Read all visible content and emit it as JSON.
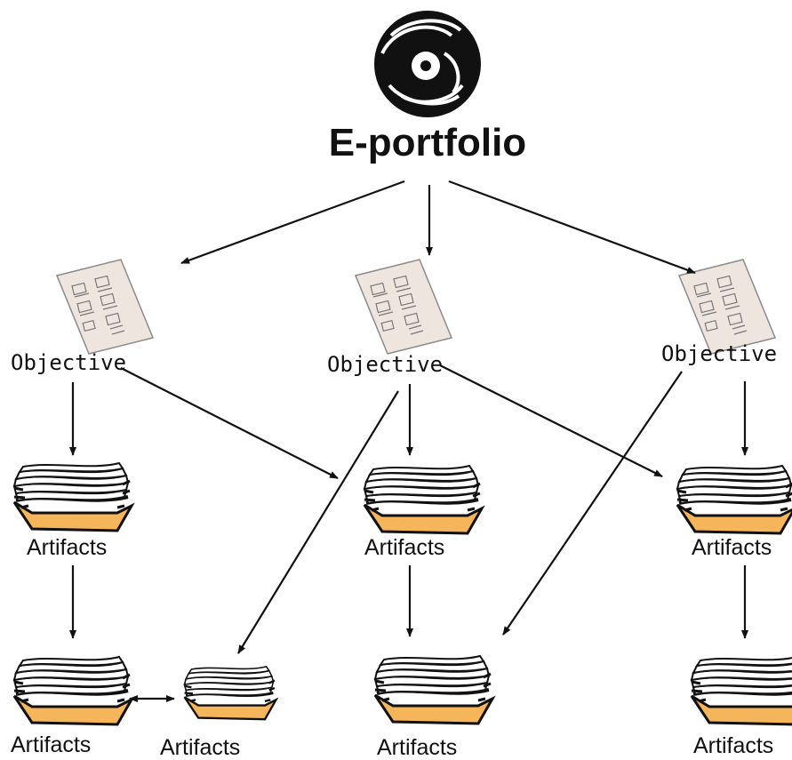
{
  "title": "E-portfolio",
  "objectives": [
    {
      "label": "Objective"
    },
    {
      "label": "Objective"
    },
    {
      "label": "Objective"
    }
  ],
  "artifacts_row1": [
    {
      "label": "Artifacts"
    },
    {
      "label": "Artifacts"
    },
    {
      "label": "Artifacts"
    }
  ],
  "artifacts_row2": [
    {
      "label": "Artifacts"
    },
    {
      "label": "Artifacts"
    },
    {
      "label": "Artifacts"
    },
    {
      "label": "Artifacts"
    }
  ],
  "icons": {
    "root": "disc-icon",
    "objective": "document-sheet-icon",
    "artifacts": "paper-stack-tray-icon"
  },
  "colors": {
    "ink": "#111111",
    "sheet": "#efe5df",
    "tray": "#f5b55a"
  }
}
